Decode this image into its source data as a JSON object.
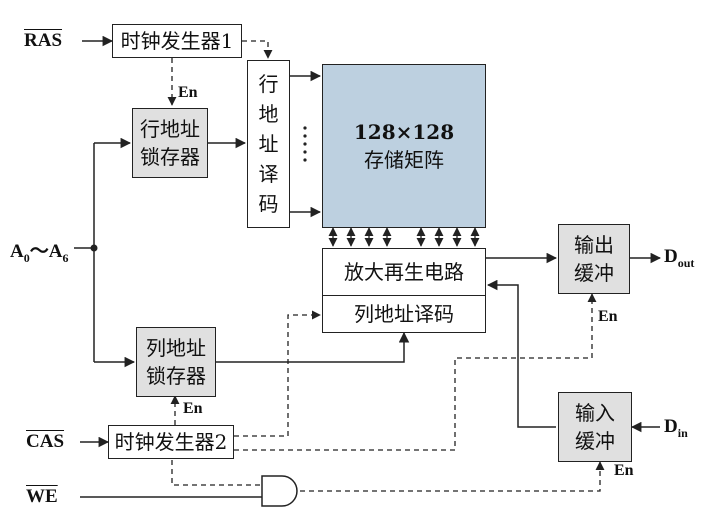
{
  "signals": {
    "ras": "RAS",
    "cas": "CAS",
    "we": "WE",
    "addr_a": "A",
    "addr_sub0": "0",
    "addr_tilde": "～",
    "addr_a2": "A",
    "addr_sub6": "6",
    "dout_d": "D",
    "dout_sub": "out",
    "din_d": "D",
    "din_sub": "in"
  },
  "enable_label": "En",
  "blocks": {
    "clock_gen_1": "时钟发生器1",
    "clock_gen_2": "时钟发生器2",
    "row_latch_line1": "行地址",
    "row_latch_line2": "锁存器",
    "col_latch_line1": "列地址",
    "col_latch_line2": "锁存器",
    "row_decoder": "行地址译码",
    "matrix_size": "128×128",
    "matrix_name": "存储矩阵",
    "sense_amp": "放大再生电路",
    "col_decoder": "列地址译码",
    "out_buf_line1": "输出",
    "out_buf_line2": "缓冲",
    "in_buf_line1": "输入",
    "in_buf_line2": "缓冲"
  },
  "colors": {
    "matrix_fill": "#bdd0e0",
    "latch_fill": "#e0e0e0",
    "line": "#222222"
  }
}
